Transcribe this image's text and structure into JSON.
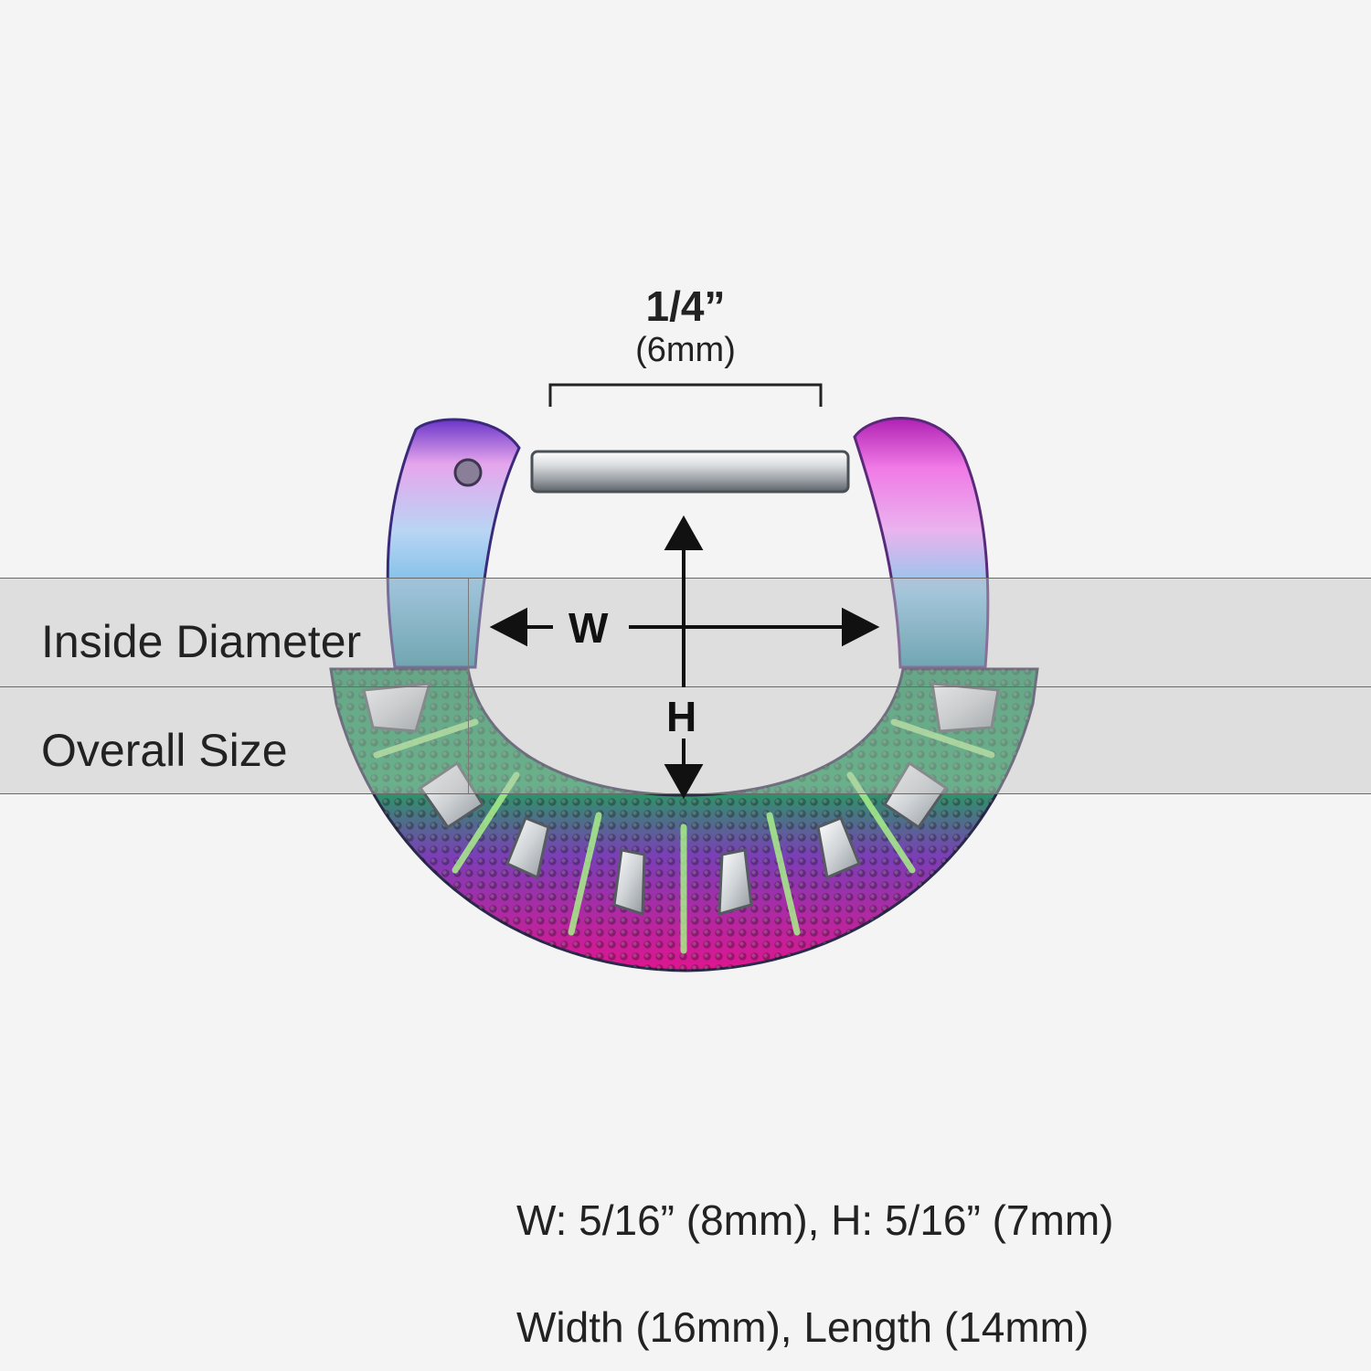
{
  "top_dimension": {
    "fraction": "1/4”",
    "metric": "(6mm)"
  },
  "axes": {
    "width": "W",
    "height": "H"
  },
  "bands": {
    "inside": "Inside Diameter",
    "overall": "Overall Size"
  },
  "specs": {
    "inside": "W: 5/16” (8mm), H: 5/16” (7mm)",
    "overall": "Width (16mm), Length (14mm)"
  },
  "colors": {
    "background": "#f4f4f4",
    "purple": "#7b3fd6",
    "pink": "#e04fd0",
    "blue": "#6fb6e6",
    "green": "#1f9a58",
    "magenta": "#d2168f",
    "steel": "#c9cdd0",
    "arrow": "#111111"
  }
}
